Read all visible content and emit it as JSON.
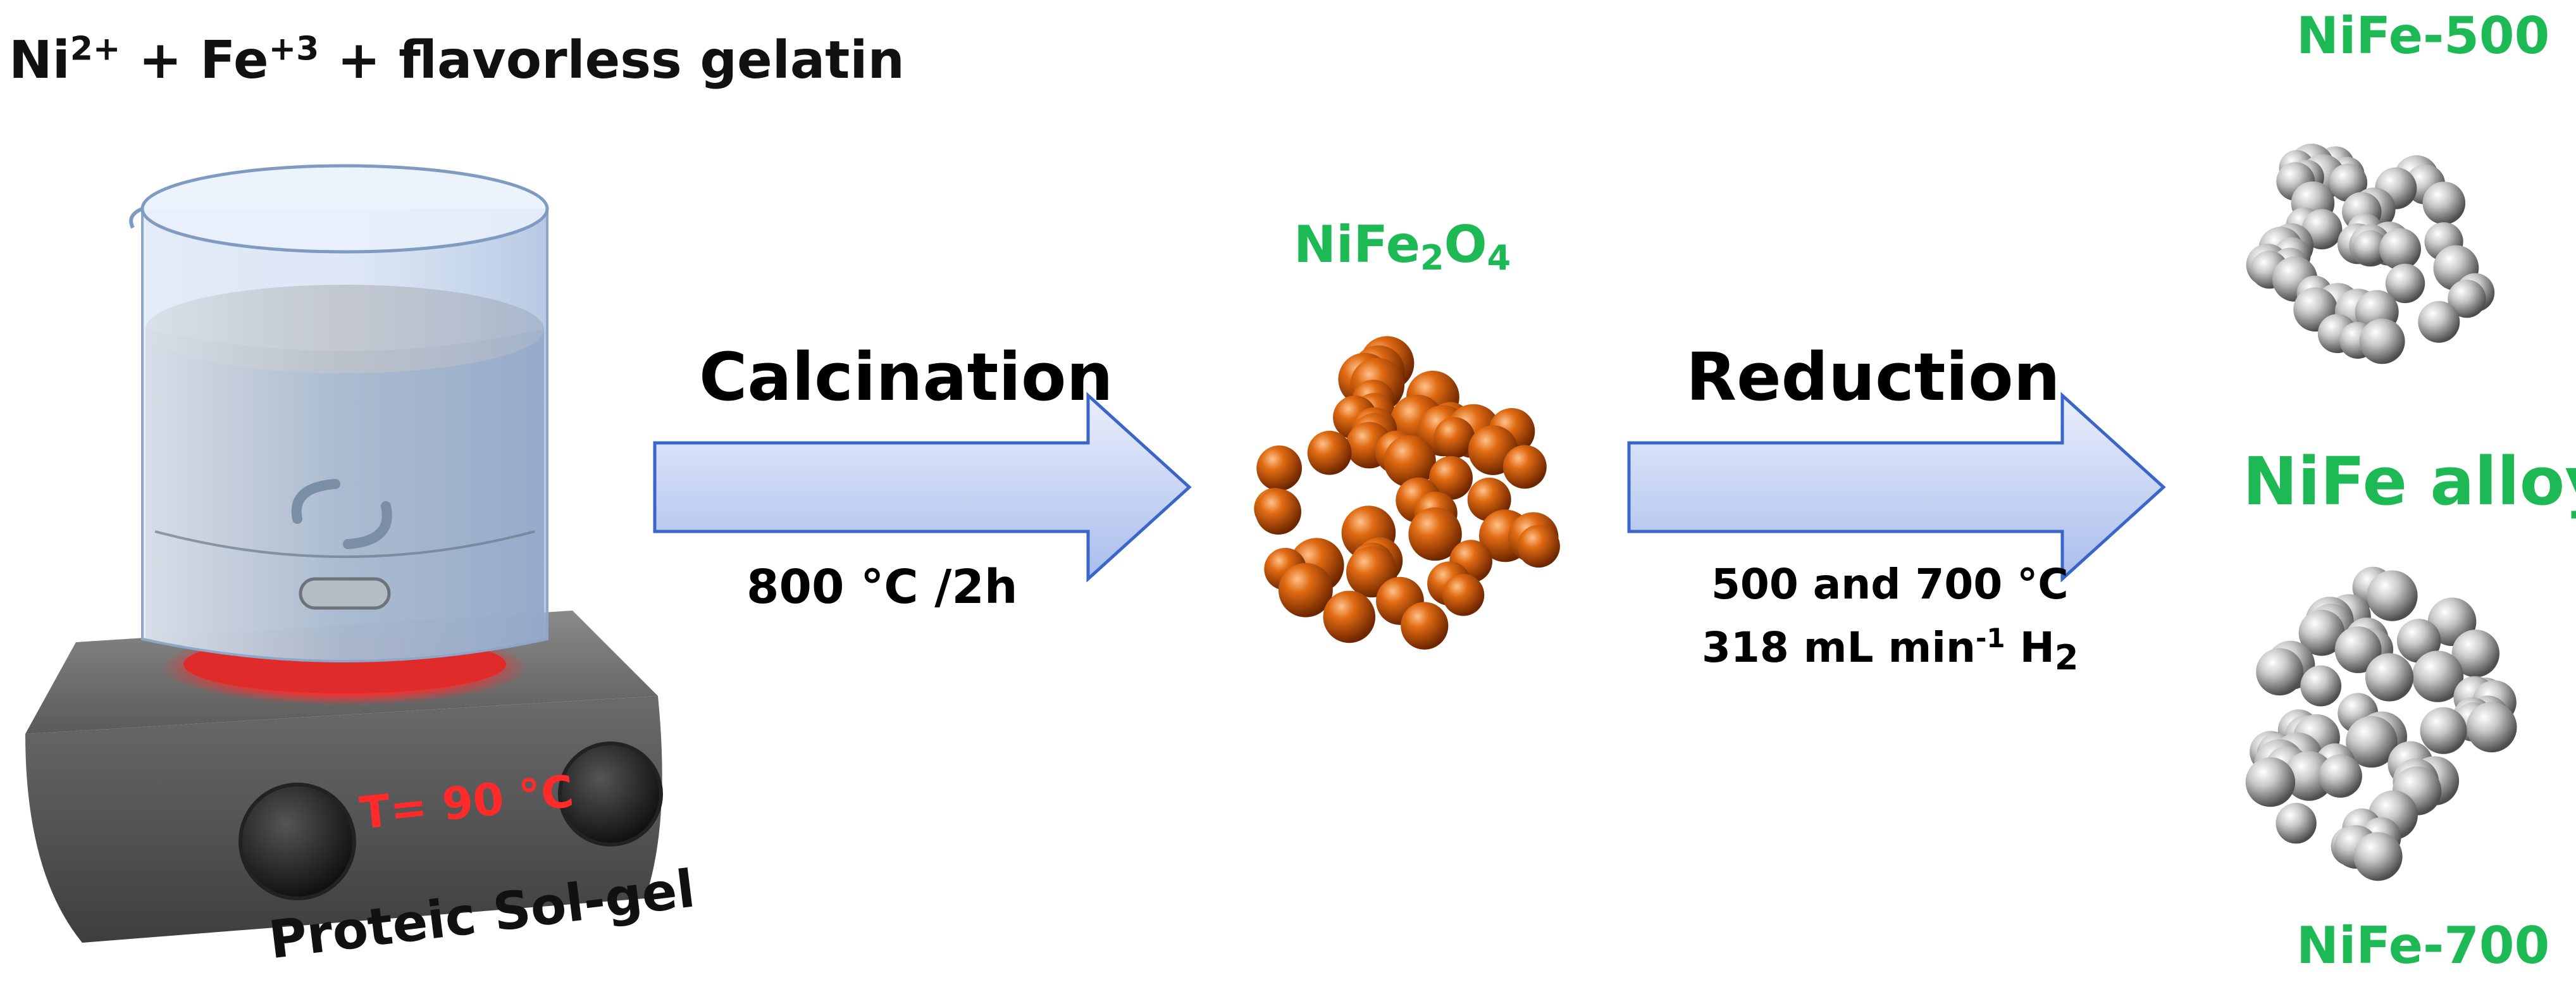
{
  "precursors": {
    "ni": "Ni",
    "ni_charge": "2+",
    "fe": " + Fe",
    "fe_charge": "+3",
    "rest": " + flavorless gelatin"
  },
  "method_label": "Proteic Sol-gel",
  "hotplate_temperature": "T= 90 °C",
  "steps": [
    {
      "name": "Calcination",
      "condition_line1": "800 °C /2h"
    },
    {
      "name": "Reduction",
      "condition_line1": "500 and 700 °C",
      "condition_line2_prefix": "318 mL min",
      "condition_line2_exp": "-1",
      "condition_line2_mid": " H",
      "condition_line2_sub": "2"
    }
  ],
  "intermediate": {
    "prefix": "NiFe",
    "sub1": "2",
    "mid": "O",
    "sub2": "4"
  },
  "products": {
    "group_label": "NiFe alloy",
    "items": [
      {
        "label": "NiFe-500"
      },
      {
        "label": "NiFe-700"
      }
    ]
  },
  "colors": {
    "green_label": "#1db954",
    "arrow_fill": "#b9c9ef",
    "arrow_stroke": "#3a66c9",
    "oxide_particle": "#d4600a",
    "alloy_particle": "#b8b8b8",
    "hotplate_body": "#5e5e5e",
    "heater_glow": "#ff3b3b",
    "temperature_text": "#ff2a2a"
  }
}
